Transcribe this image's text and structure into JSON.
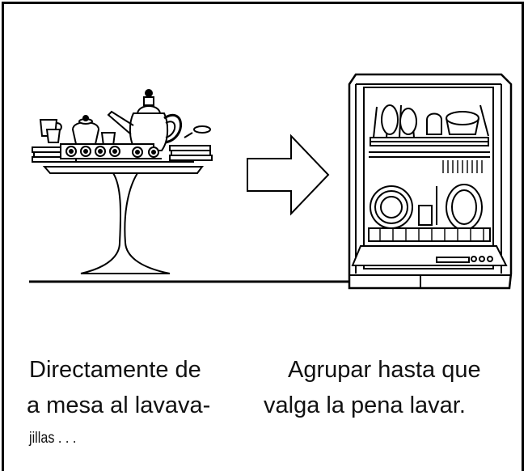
{
  "captions": {
    "left_line1": "Directamente de",
    "left_line2": "a mesa al lavava-",
    "left_line3": "jillas . . .",
    "right_line1": "Agrupar hasta que",
    "right_line2": "valga la pena lavar."
  },
  "colors": {
    "ink": "#000000",
    "background": "#ffffff"
  },
  "icons": {
    "table": "dining-table-with-dishes",
    "arrow": "right-arrow",
    "dishwasher": "dishwasher-loaded"
  }
}
